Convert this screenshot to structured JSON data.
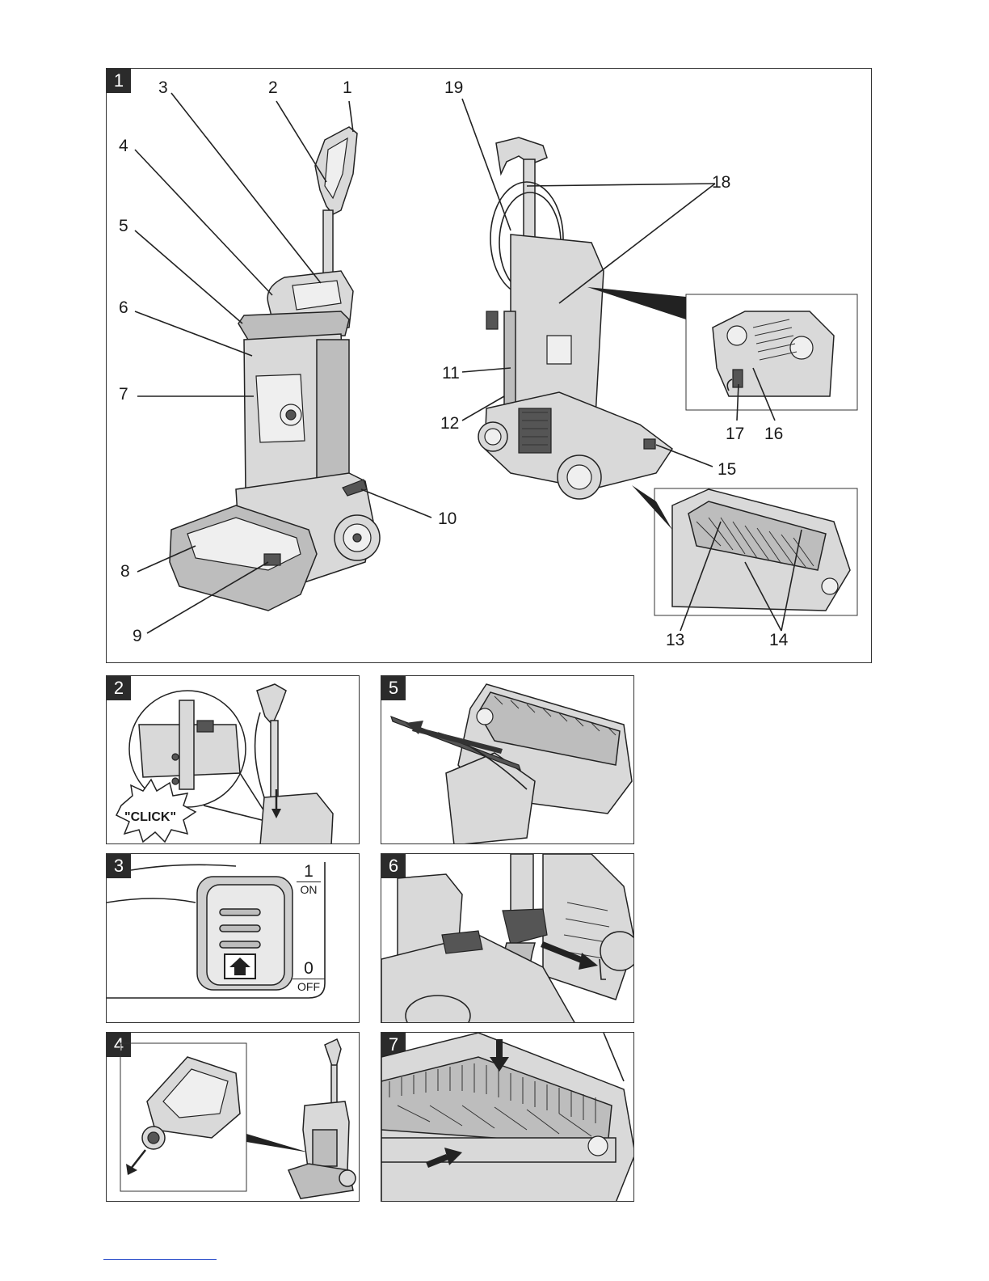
{
  "figures": [
    {
      "id": "fig1",
      "number": "1"
    },
    {
      "id": "fig2",
      "number": "2"
    },
    {
      "id": "fig3",
      "number": "3"
    },
    {
      "id": "fig4",
      "number": "4"
    },
    {
      "id": "fig5",
      "number": "5"
    },
    {
      "id": "fig6",
      "number": "6"
    },
    {
      "id": "fig7",
      "number": "7"
    }
  ],
  "fig1_callouts": [
    "1",
    "2",
    "3",
    "4",
    "5",
    "6",
    "7",
    "8",
    "9",
    "10",
    "11",
    "12",
    "13",
    "14",
    "15",
    "16",
    "17",
    "18",
    "19"
  ],
  "fig2": {
    "click_label": "\"CLICK\""
  },
  "fig3": {
    "on_number": "1",
    "on_label": "ON",
    "off_number": "0",
    "off_label": "OFF"
  },
  "colors": {
    "outline": "#222222",
    "badge": "#2b2b2b",
    "fill_light": "#d9d9d9",
    "fill_mid": "#bdbdbd"
  }
}
